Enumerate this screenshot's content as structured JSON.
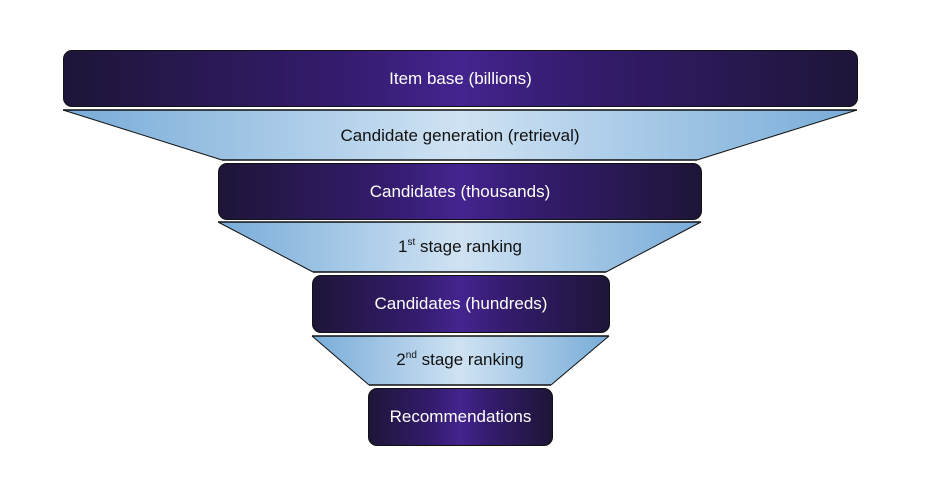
{
  "diagram": {
    "type": "funnel",
    "levels": [
      {
        "label": "Item base (billions)"
      },
      {
        "label": "Candidates (thousands)"
      },
      {
        "label": "Candidates (hundreds)"
      },
      {
        "label": "Recommendations"
      }
    ],
    "stages": [
      {
        "label": "Candidate generation (retrieval)"
      },
      {
        "prefix": "1",
        "superscript": "st",
        "label": " stage ranking"
      },
      {
        "prefix": "2",
        "superscript": "nd",
        "label": " stage ranking"
      }
    ],
    "colors": {
      "level_edge": "#1e1538",
      "level_center": "#44248f",
      "stage_edge": "#78acd8",
      "stage_center": "#cfe2f3",
      "outline": "#111111"
    }
  }
}
